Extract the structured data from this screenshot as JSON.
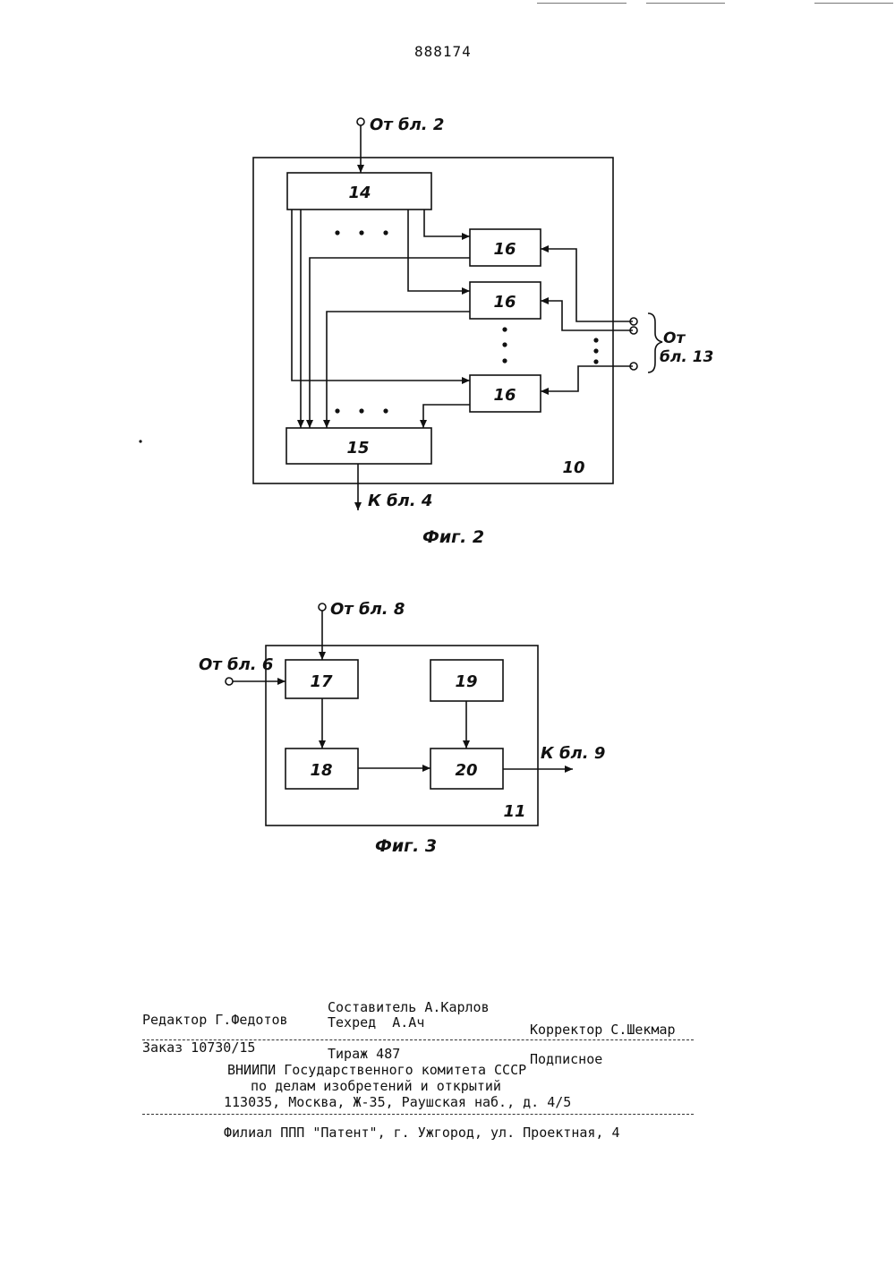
{
  "header": {
    "patent_number": "888174"
  },
  "figure2": {
    "caption": "Фиг. 2",
    "block_labels": {
      "b14": "14",
      "b15": "15",
      "b16a": "16",
      "b16b": "16",
      "b16c": "16",
      "frame": "10"
    },
    "inputs": {
      "top": "От бл. 2",
      "right_line1": "От",
      "right_line2": "бл. 13"
    },
    "output": "К бл. 4"
  },
  "figure3": {
    "caption": "Фиг. 3",
    "block_labels": {
      "b17": "17",
      "b18": "18",
      "b19": "19",
      "b20": "20",
      "frame": "11"
    },
    "inputs": {
      "top": "От бл. 8",
      "left": "От бл. 6"
    },
    "output": "К бл. 9"
  },
  "imprint": {
    "row1": {
      "compiler": "Составитель А.Карлов"
    },
    "row2": {
      "editor": "Редактор Г.Федотов",
      "techred": "Техред  А.Ач",
      "corrector": "Корректор С.Шекмар"
    },
    "row3": {
      "order": "Заказ 10730/15",
      "circulation": "Тираж 487",
      "subscription": "Подписное"
    },
    "org_line1": "ВНИИПИ Государственного комитета СССР",
    "org_line2": "по делам изобретений и открытий",
    "org_line3": "113035, Москва, Ж-35, Раушская наб., д. 4/5",
    "branch": "Филиал ППП \"Патент\", г. Ужгород, ул. Проектная, 4"
  }
}
